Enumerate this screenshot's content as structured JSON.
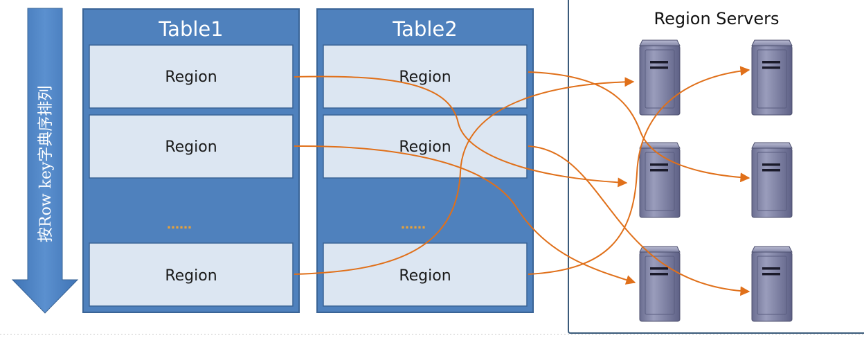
{
  "sort_arrow": {
    "label": "按Row key字典序排列"
  },
  "tables": [
    {
      "title": "Table1",
      "regions": [
        "Region",
        "Region",
        "Region"
      ],
      "ellipsis": "……"
    },
    {
      "title": "Table2",
      "regions": [
        "Region",
        "Region",
        "Region"
      ],
      "ellipsis": "……"
    }
  ],
  "servers_panel": {
    "title": "Region Servers",
    "server_count": 6
  },
  "server_icon": "server-tower-icon",
  "colors": {
    "table_fill": "#4f81bd",
    "table_border": "#3a6496",
    "region_fill": "#dce6f2",
    "connector": "#e0701a",
    "server_body": "#8487a8"
  }
}
